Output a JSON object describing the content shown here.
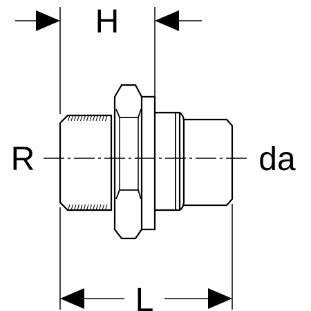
{
  "labels": {
    "height": "H",
    "length": "L",
    "thread": "R",
    "outer_diameter": "da"
  },
  "colors": {
    "stroke": "#000000",
    "background": "#ffffff"
  }
}
